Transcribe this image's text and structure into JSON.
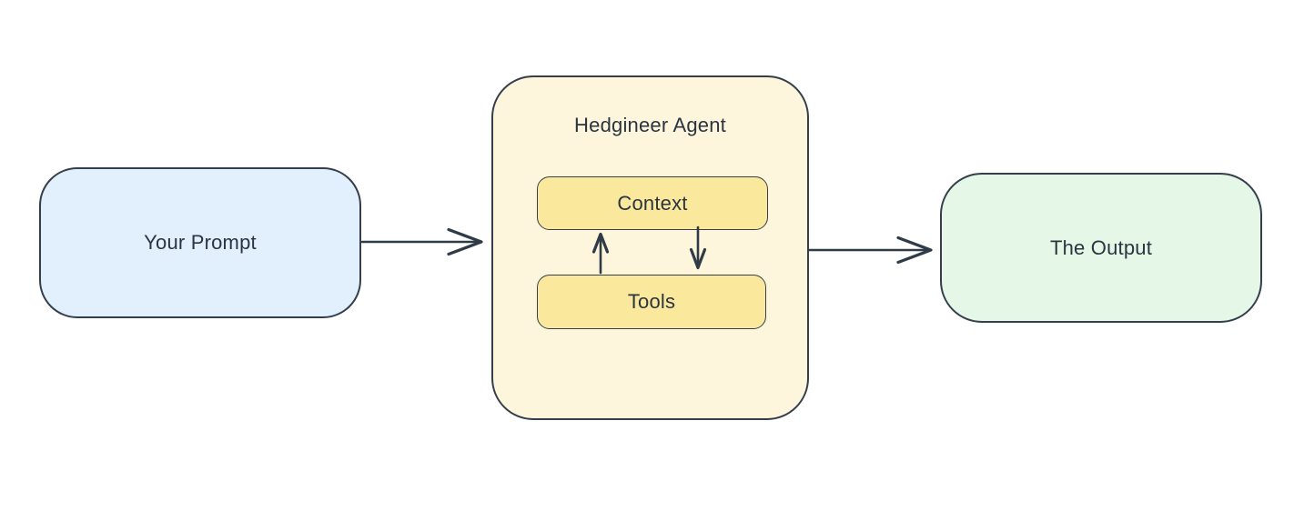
{
  "diagram": {
    "background": "#ffffff",
    "stroke_color": "#2f3b47",
    "text_color": "#2b3440",
    "nodes": {
      "prompt": {
        "label": "Your Prompt",
        "fill": "#e1f0fc"
      },
      "agent": {
        "label": "Hedgineer Agent",
        "fill": "#fdf5dc"
      },
      "context": {
        "label": "Context",
        "fill": "#fae89d"
      },
      "tools": {
        "label": "Tools",
        "fill": "#fae89d"
      },
      "output": {
        "label": "The Output",
        "fill": "#e5f8e7"
      }
    },
    "edges": [
      {
        "from": "prompt",
        "to": "agent"
      },
      {
        "from": "agent",
        "to": "output"
      },
      {
        "from": "tools",
        "to": "context"
      },
      {
        "from": "context",
        "to": "tools"
      }
    ]
  }
}
